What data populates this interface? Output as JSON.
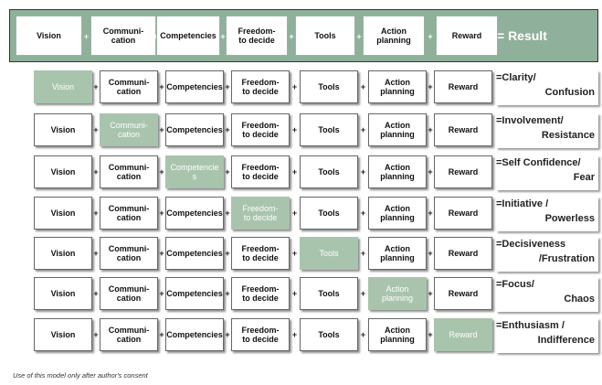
{
  "header": {
    "steps": [
      "Vision",
      "Communi-\ncation",
      "Competencies",
      "Freedom-\nto decide",
      "Tools",
      "Action planning",
      "Reward"
    ],
    "plus": "+",
    "result": "= Result"
  },
  "rows": [
    {
      "cells": [
        "Vision",
        "Communi-\ncation",
        "Competencies",
        "Freedom-\nto decide",
        "Tools",
        "Action planning",
        "Reward"
      ],
      "highlight_index": 0,
      "outcome_line1": "=Clarity/",
      "outcome_line2": "Confusion"
    },
    {
      "cells": [
        "Vision",
        "Communi-\ncation",
        "Competencies",
        "Freedom-\nto decide",
        "Tools",
        "Action planning",
        "Reward"
      ],
      "highlight_index": 1,
      "outcome_line1": "=Involvement/",
      "outcome_line2": "Resistance"
    },
    {
      "cells": [
        "Vision",
        "Communi-\ncation",
        "Competencie\ns",
        "Freedom-\nto decide",
        "Tools",
        "Action planning",
        "Reward"
      ],
      "highlight_index": 2,
      "outcome_line1": "=Self Confidence/",
      "outcome_line2": "Fear"
    },
    {
      "cells": [
        "Vision",
        "Communi-\ncation",
        "Competencies",
        "Freedom-\nto decide",
        "Tools",
        "Action planning",
        "Reward"
      ],
      "highlight_index": 3,
      "outcome_line1": "=Initiative /",
      "outcome_line2": "Powerless"
    },
    {
      "cells": [
        "Vision",
        "Communi-\ncation",
        "Competencies",
        "Freedom-\nto decide",
        "Tools",
        "Action planning",
        "Reward"
      ],
      "highlight_index": 4,
      "outcome_line1": "=Decisiveness",
      "outcome_line2": "/Frustration"
    },
    {
      "cells": [
        "Vision",
        "Communi-\ncation",
        "Competencies",
        "Freedom-\nto decide",
        "Tools",
        "Action\nplanning",
        "Reward"
      ],
      "highlight_index": 5,
      "outcome_line1": "=Focus/",
      "outcome_line2": "Chaos"
    },
    {
      "cells": [
        "Vision",
        "Communi-\ncation",
        "Competencies",
        "Freedom-\nto decide",
        "Tools",
        "Action planning",
        "Reward"
      ],
      "highlight_index": 6,
      "outcome_line1": "=Enthusiasm /",
      "outcome_line2": "Indifference"
    }
  ],
  "footnote": "Use of this model only after  author's consent",
  "colors": {
    "header_bg": "#8fb09a",
    "highlight_bg": "#a9c4ad"
  }
}
